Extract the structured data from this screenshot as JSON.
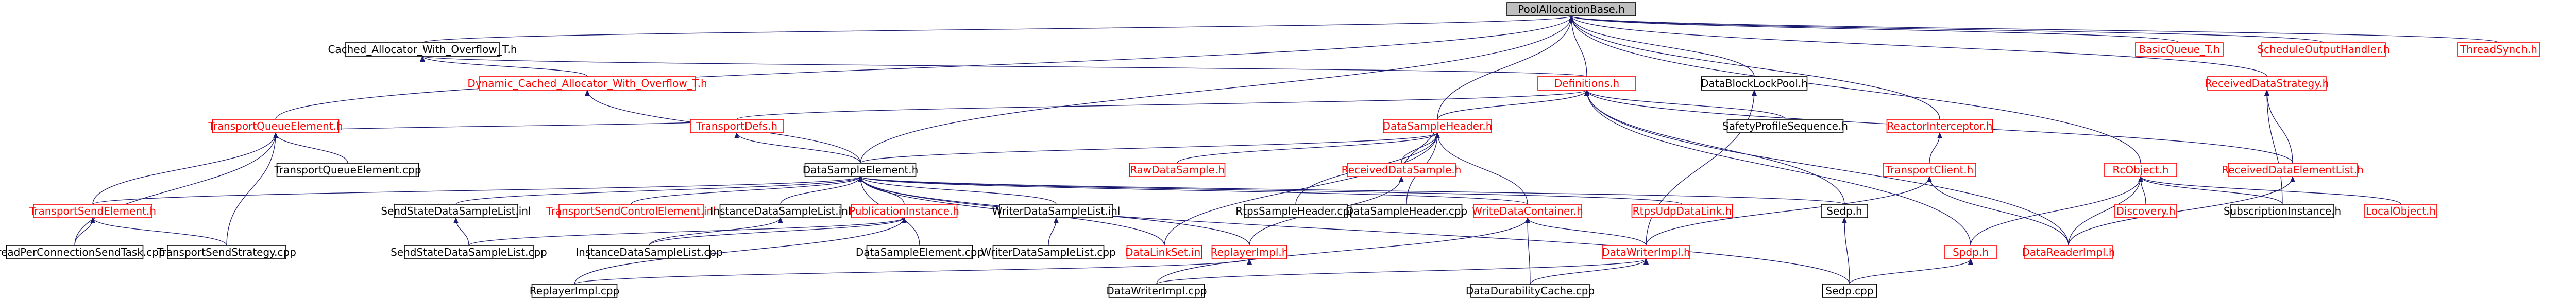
{
  "colors": {
    "black": "#000000",
    "red": "#ff0000",
    "edge": "#191970",
    "focus_fill": "#bfbfbf",
    "node_fill": "#ffffff"
  },
  "nodes": [
    {
      "id": "pool",
      "label": "PoolAllocationBase.h",
      "color": "black",
      "focus": true
    },
    {
      "id": "cached",
      "label": "Cached_Allocator_With_Overflow_T.h",
      "color": "black"
    },
    {
      "id": "dyn",
      "label": "Dynamic_Cached_Allocator_With_Overflow_T.h",
      "color": "red"
    },
    {
      "id": "defs",
      "label": "Definitions.h",
      "color": "red"
    },
    {
      "id": "dblp",
      "label": "DataBlockLockPool.h",
      "color": "black"
    },
    {
      "id": "basicq",
      "label": "BasicQueue_T.h",
      "color": "red"
    },
    {
      "id": "sched",
      "label": "ScheduleOutputHandler.h",
      "color": "red"
    },
    {
      "id": "threadsynch",
      "label": "ThreadSynch.h",
      "color": "red"
    },
    {
      "id": "rdstrat",
      "label": "ReceivedDataStrategy.h",
      "color": "red"
    },
    {
      "id": "tqe",
      "label": "TransportQueueElement.h",
      "color": "red"
    },
    {
      "id": "tdefs",
      "label": "TransportDefs.h",
      "color": "red"
    },
    {
      "id": "dsh",
      "label": "DataSampleHeader.h",
      "color": "red"
    },
    {
      "id": "safety",
      "label": "SafetyProfileSequence.h",
      "color": "black"
    },
    {
      "id": "reactor",
      "label": "ReactorInterceptor.h",
      "color": "red"
    },
    {
      "id": "tqecpp",
      "label": "TransportQueueElement.cpp",
      "color": "black"
    },
    {
      "id": "rawds",
      "label": "RawDataSample.h",
      "color": "red"
    },
    {
      "id": "rds",
      "label": "ReceivedDataSample.h",
      "color": "red"
    },
    {
      "id": "tclient",
      "label": "TransportClient.h",
      "color": "red"
    },
    {
      "id": "rcobj",
      "label": "RcObject.h",
      "color": "red"
    },
    {
      "id": "rdel",
      "label": "ReceivedDataElementList.h",
      "color": "red"
    },
    {
      "id": "dse",
      "label": "DataSampleElement.h",
      "color": "black"
    },
    {
      "id": "tse",
      "label": "TransportSendElement.h",
      "color": "red"
    },
    {
      "id": "ssdsl",
      "label": "SendStateDataSampleList.inl",
      "color": "black"
    },
    {
      "id": "tsce",
      "label": "TransportSendControlElement.inl",
      "color": "red"
    },
    {
      "id": "idsl",
      "label": "InstanceDataSampleList.inl",
      "color": "black"
    },
    {
      "id": "pubi",
      "label": "PublicationInstance.h",
      "color": "red"
    },
    {
      "id": "wdsl",
      "label": "WriterDataSampleList.inl",
      "color": "black"
    },
    {
      "id": "rtpssh",
      "label": "RtpsSampleHeader.cpp",
      "color": "black"
    },
    {
      "id": "dshcpp",
      "label": "DataSampleHeader.cpp",
      "color": "black"
    },
    {
      "id": "wdc",
      "label": "WriteDataContainer.h",
      "color": "red"
    },
    {
      "id": "rtpsudp",
      "label": "RtpsUdpDataLink.h",
      "color": "red"
    },
    {
      "id": "sedph",
      "label": "Sedp.h",
      "color": "black"
    },
    {
      "id": "discovery",
      "label": "Discovery.h",
      "color": "red"
    },
    {
      "id": "subinst",
      "label": "SubscriptionInstance.h",
      "color": "black"
    },
    {
      "id": "localobj",
      "label": "LocalObject.h",
      "color": "red"
    },
    {
      "id": "tpcst",
      "label": "ThreadPerConnectionSendTask.cpp",
      "color": "black"
    },
    {
      "id": "tsstrat",
      "label": "TransportSendStrategy.cpp",
      "color": "black"
    },
    {
      "id": "ssdslcpp",
      "label": "SendStateDataSampleList.cpp",
      "color": "black"
    },
    {
      "id": "idslcpp",
      "label": "InstanceDataSampleList.cpp",
      "color": "black"
    },
    {
      "id": "dsecpp",
      "label": "DataSampleElement.cpp",
      "color": "black"
    },
    {
      "id": "wdslcpp",
      "label": "WriterDataSampleList.cpp",
      "color": "black"
    },
    {
      "id": "dlset",
      "label": "DataLinkSet.inl",
      "color": "red"
    },
    {
      "id": "replh",
      "label": "ReplayerImpl.h",
      "color": "red"
    },
    {
      "id": "dwih",
      "label": "DataWriterImpl.h",
      "color": "red"
    },
    {
      "id": "spdph",
      "label": "Spdp.h",
      "color": "red"
    },
    {
      "id": "dri",
      "label": "DataReaderImpl.h",
      "color": "red"
    },
    {
      "id": "replcpp",
      "label": "ReplayerImpl.cpp",
      "color": "black"
    },
    {
      "id": "dwicpp",
      "label": "DataWriterImpl.cpp",
      "color": "black"
    },
    {
      "id": "ddc",
      "label": "DataDurabilityCache.cpp",
      "color": "black"
    },
    {
      "id": "sedpcpp",
      "label": "Sedp.cpp",
      "color": "black"
    }
  ]
}
